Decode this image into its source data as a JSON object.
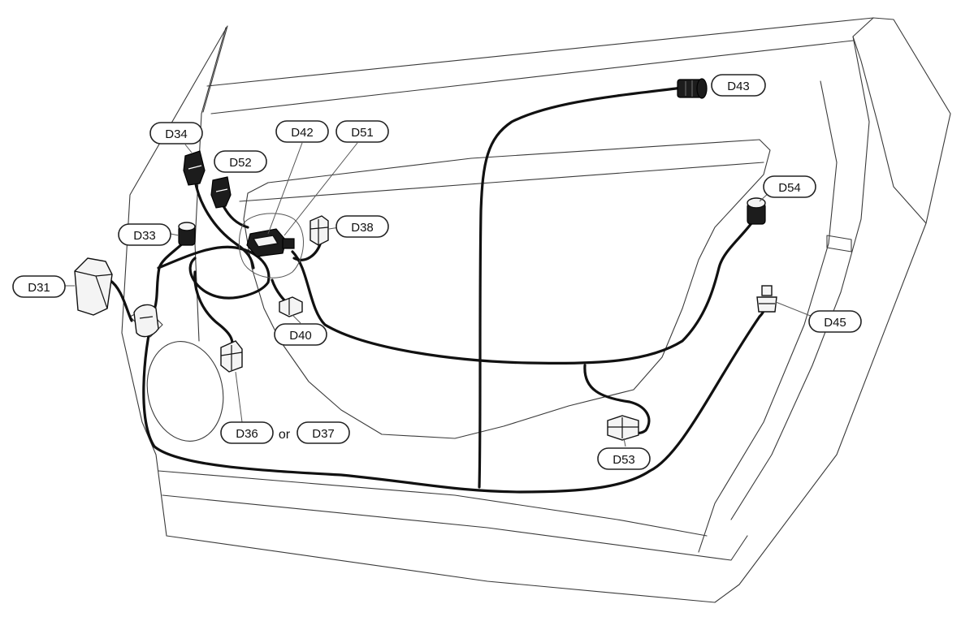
{
  "labels": {
    "D31": "D31",
    "D33": "D33",
    "D34": "D34",
    "D36": "D36",
    "D37": "D37",
    "D38": "D38",
    "D40": "D40",
    "D42": "D42",
    "D43": "D43",
    "D45": "D45",
    "D51": "D51",
    "D52": "D52",
    "D53": "D53",
    "D54": "D54"
  },
  "separator": "or"
}
